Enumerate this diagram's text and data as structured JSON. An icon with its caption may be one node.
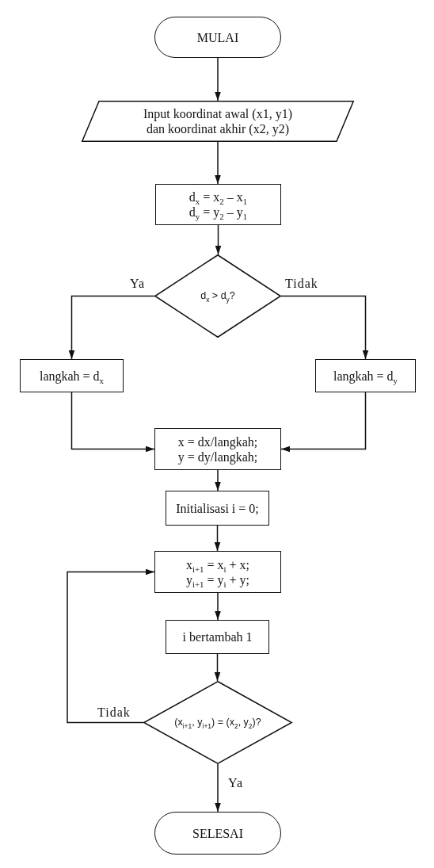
{
  "diagram": {
    "nodes": [
      {
        "text": [
          "MULAI"
        ]
      },
      {
        "text": [
          "Input koordinat awal (x1, y1) dan koordinat akhir (x2, y2)"
        ]
      },
      {
        "text": [
          "d$_{x}$ = x$_{2}$ – x$_{1}$",
          "d$_{y}$ = y$_{2}$ – y$_{1}$"
        ]
      },
      {
        "text": [
          "d$_{x}$ > d$_{y}$?"
        ]
      },
      {
        "text": [
          "langkah = d$_{x}$"
        ]
      },
      {
        "text": [
          "langkah = d$_{y}$"
        ]
      },
      {
        "text": [
          "x = dx/langkah;",
          "y = dy/langkah;"
        ]
      },
      {
        "text": [
          "Initialisasi i = 0;"
        ]
      },
      {
        "text": [
          "x$_{i+1}$ = x$_{i}$ + x;",
          "y$_{i+1}$ = y$_{i}$ + y;"
        ]
      },
      {
        "text": [
          "i bertambah 1"
        ]
      },
      {
        "text": [
          "(x$_{i+1}$, y$_{i+1}$) = (x$_{2}$, y$_{2}$)?"
        ]
      },
      {
        "text": [
          "SELESAI"
        ]
      }
    ],
    "edges": [
      {
        "from": 0,
        "to": 1,
        "arrow": "to"
      },
      {
        "from": 1,
        "to": 2,
        "arrow": "to"
      },
      {
        "from": 2,
        "to": 3,
        "arrow": "to"
      },
      {
        "from": 3,
        "to": 4,
        "arrow": "to",
        "label": "Ya"
      },
      {
        "from": 3,
        "to": 5,
        "arrow": "to",
        "label": "Tidak"
      },
      {
        "from": 4,
        "to": 6,
        "arrow": "to"
      },
      {
        "from": 5,
        "to": 6,
        "arrow": "to"
      },
      {
        "from": 6,
        "to": 7,
        "arrow": "to"
      },
      {
        "from": 7,
        "to": 8,
        "arrow": "to"
      },
      {
        "from": 8,
        "to": 9,
        "arrow": "to"
      },
      {
        "from": 9,
        "to": 10,
        "arrow": "to"
      },
      {
        "from": 10,
        "to": 8,
        "arrow": "to",
        "label": "Tidak"
      },
      {
        "from": 10,
        "to": 11,
        "arrow": "to",
        "label": "Ya"
      }
    ]
  }
}
